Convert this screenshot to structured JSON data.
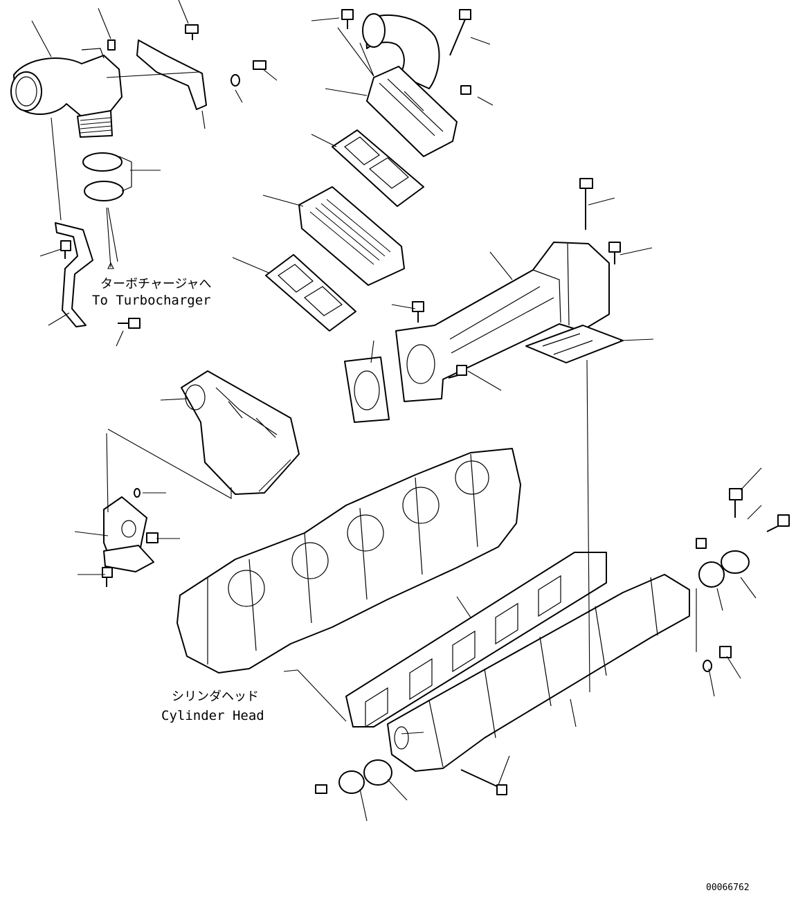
{
  "labels": {
    "turbo_ja": "ターボチャージャへ",
    "turbo_en": "To Turbocharger",
    "head_ja": "シリンダヘッド",
    "head_en": "Cylinder Head"
  },
  "drawing_code": "00066762"
}
